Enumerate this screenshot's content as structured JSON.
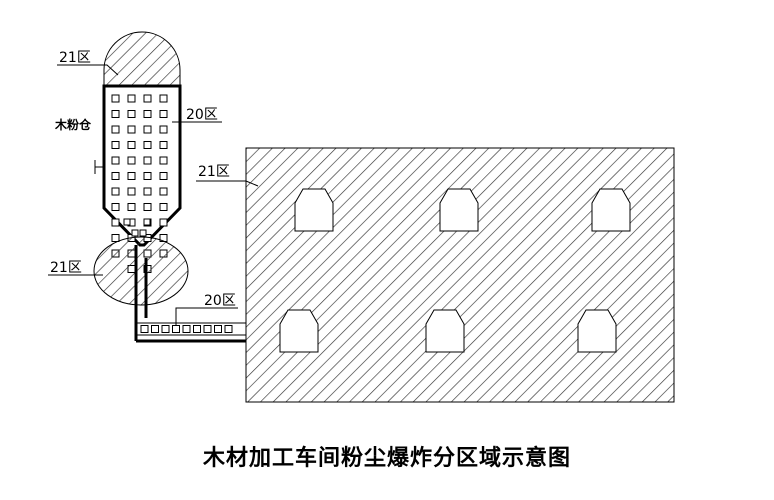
{
  "labels": {
    "silo_top_zone": "21区",
    "silo_name": "木粉仓",
    "silo_body_zone": "20区",
    "workshop_zone": "21区",
    "outlet_zone": "21区",
    "conveyor_zone": "20区"
  },
  "caption": "木材加工车间粉尘爆炸分区域示意图",
  "colors": {
    "line": "#000000",
    "hatch": "#333333",
    "background": "#ffffff"
  }
}
